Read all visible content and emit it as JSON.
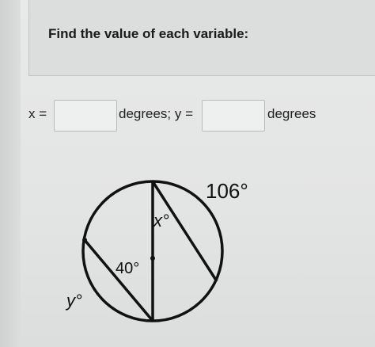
{
  "question": {
    "prompt": "Find the value of each variable:"
  },
  "answers": {
    "x_label": "x =",
    "x_value": "",
    "x_unit": "degrees; y =",
    "y_value": "",
    "y_unit": "degrees"
  },
  "figure": {
    "arc_label": "106°",
    "x_label": "x°",
    "angle_label": "40°",
    "y_label": "y°"
  }
}
